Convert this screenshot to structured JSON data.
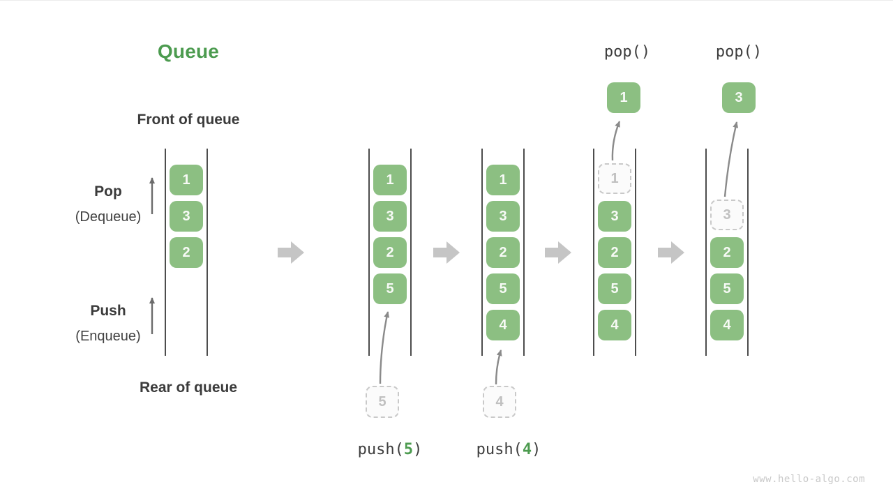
{
  "title": "Queue",
  "labels": {
    "front": "Front of queue",
    "rear": "Rear of queue",
    "pop": "Pop",
    "dequeue": "(Dequeue)",
    "push": "Push",
    "enqueue": "(Enqueue)"
  },
  "queues": {
    "q1": {
      "s0": "1",
      "s1": "3",
      "s2": "2"
    },
    "q2": {
      "s0": "1",
      "s1": "3",
      "s2": "2",
      "s3": "5"
    },
    "q3": {
      "s0": "1",
      "s1": "3",
      "s2": "2",
      "s3": "5",
      "s4": "4"
    },
    "q4": {
      "s0": "1",
      "s1": "3",
      "s2": "2",
      "s3": "5",
      "s4": "4"
    },
    "q5": {
      "s1": "3",
      "s2": "2",
      "s3": "5",
      "s4": "4"
    }
  },
  "staging": {
    "push_value_5": "5",
    "push_value_4": "4"
  },
  "popped": {
    "first": "1",
    "second": "3"
  },
  "ops": {
    "pop1": "pop()",
    "pop2": "pop()",
    "push5": {
      "fn": "push(",
      "arg": "5",
      "close": ")"
    },
    "push4": {
      "fn": "push(",
      "arg": "4",
      "close": ")"
    }
  },
  "watermark": "www.hello-algo.com",
  "colors": {
    "box_green": "#8cbf82",
    "accent_green": "#4c9b4f",
    "dark_text": "#3b3b3b",
    "rail_gray": "#4d4d4d",
    "block_arrow_gray": "#c5c5c5",
    "line_arrow_gray": "#8a8a8a",
    "dashed_border": "#c9c9c9",
    "dashed_text": "#c0c0c0",
    "watermark_gray": "#c8c8c8"
  }
}
